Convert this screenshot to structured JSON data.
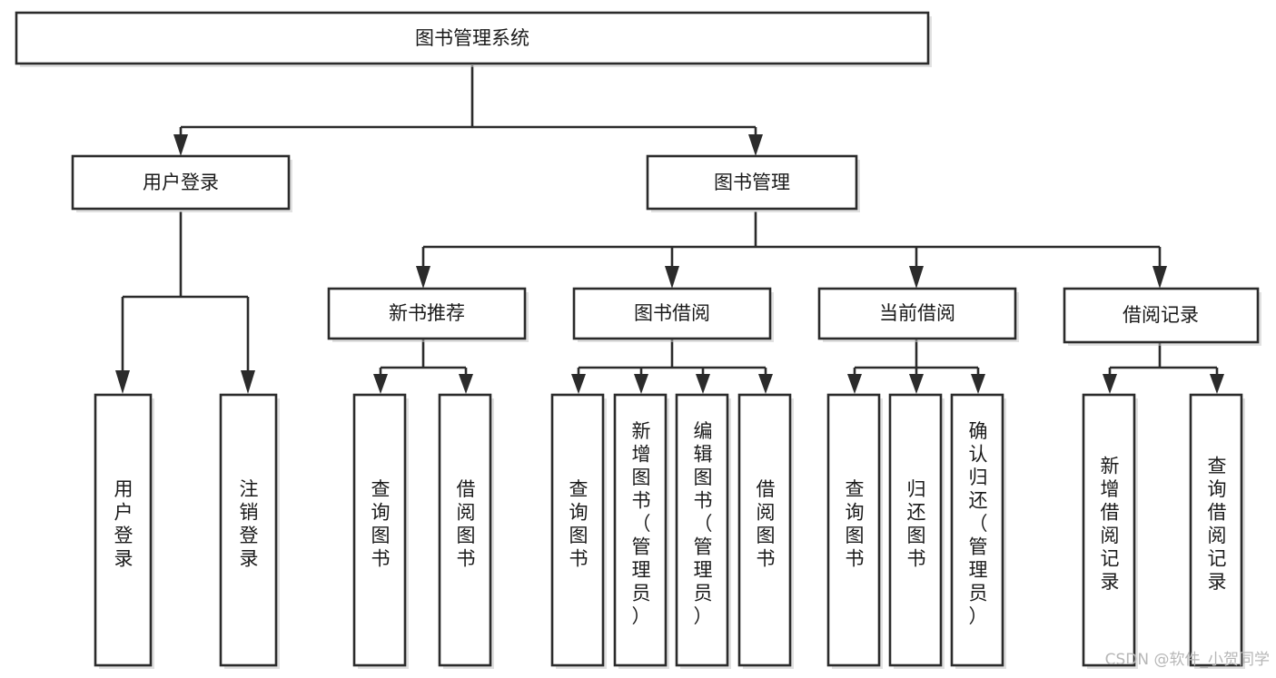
{
  "diagram": {
    "title": "图书管理系统",
    "type": "tree-hierarchy",
    "background_color": "#ffffff",
    "box_border_color": "#2b2b2b",
    "box_fill_color": "#ffffff",
    "connector_color": "#2b2b2b",
    "text_color": "#1a1a1a"
  },
  "watermark": {
    "text": "CSDN @软件_小贺同学",
    "color": "#b7b7b7"
  },
  "nodes": {
    "root": {
      "label": "图书管理系统"
    },
    "level2": [
      {
        "id": "user-login",
        "label": "用户登录"
      },
      {
        "id": "book-manage",
        "label": "图书管理"
      }
    ],
    "level3": [
      {
        "id": "new-book-recommend",
        "label": "新书推荐"
      },
      {
        "id": "book-borrow",
        "label": "图书借阅"
      },
      {
        "id": "current-borrow",
        "label": "当前借阅"
      },
      {
        "id": "borrow-record",
        "label": "借阅记录"
      }
    ],
    "leaves": [
      {
        "id": "leaf-user-login",
        "label": "用户登录",
        "parent": "user-login"
      },
      {
        "id": "leaf-logout-login",
        "label": "注销登录",
        "parent": "user-login"
      },
      {
        "id": "leaf-query-book-1",
        "label": "查询图书",
        "parent": "new-book-recommend"
      },
      {
        "id": "leaf-borrow-book-1",
        "label": "借阅图书",
        "parent": "new-book-recommend"
      },
      {
        "id": "leaf-query-book-2",
        "label": "查询图书",
        "parent": "book-borrow"
      },
      {
        "id": "leaf-add-book",
        "label": "新增图书（管理员）",
        "parent": "book-borrow"
      },
      {
        "id": "leaf-edit-book",
        "label": "编辑图书（管理员）",
        "parent": "book-borrow"
      },
      {
        "id": "leaf-borrow-book-2",
        "label": "借阅图书",
        "parent": "book-borrow"
      },
      {
        "id": "leaf-query-book-3",
        "label": "查询图书",
        "parent": "current-borrow"
      },
      {
        "id": "leaf-return-book",
        "label": "归还图书",
        "parent": "current-borrow"
      },
      {
        "id": "leaf-confirm-return",
        "label": "确认归还（管理员）",
        "parent": "current-borrow"
      },
      {
        "id": "leaf-add-record",
        "label": "新增借阅记录",
        "parent": "borrow-record"
      },
      {
        "id": "leaf-query-record",
        "label": "查询借阅记录",
        "parent": "borrow-record"
      }
    ]
  }
}
